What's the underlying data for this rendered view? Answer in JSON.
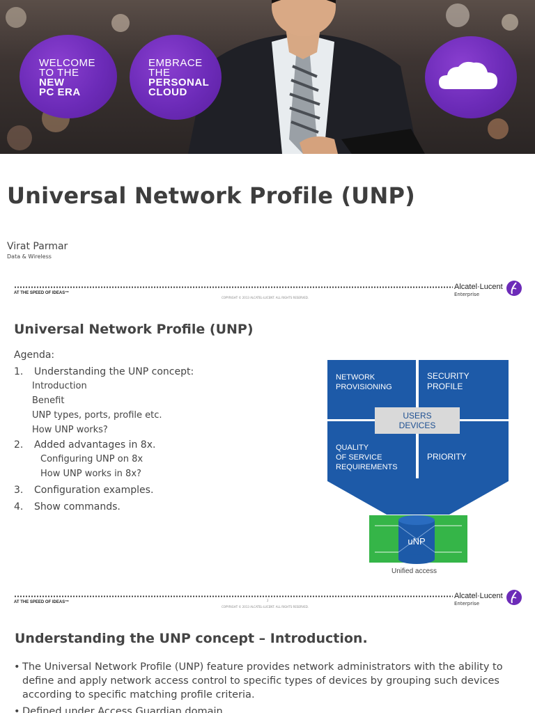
{
  "hero": {
    "bubble1": {
      "line1": "WELCOME",
      "line2": "TO THE",
      "line3": "NEW",
      "line4": "PC ERA"
    },
    "bubble2": {
      "line1": "EMBRACE",
      "line2": "THE",
      "line3": "PERSONAL",
      "line4": "CLOUD"
    },
    "bubble3_icon": "cloud-icon",
    "accent_color": "#6c2bb8"
  },
  "slide1": {
    "title": "Universal Network Profile (UNP)",
    "author": "Virat Parmar",
    "department": "Data & Wireless"
  },
  "footer": {
    "tagline": "AT THE SPEED OF IDEAS™",
    "copyright": "COPYRIGHT © 2013 ALCATEL-LUCENT. ALL RIGHTS RESERVED.",
    "brand": "Alcatel·Lucent",
    "brand_sub": "Enterprise",
    "page_2": "2",
    "page_3": "3"
  },
  "slide2": {
    "title": "Universal Network Profile (UNP)",
    "agenda_label": "Agenda:",
    "items": [
      {
        "num": "1.",
        "text": "Understanding the UNP concept:"
      },
      {
        "num": "2.",
        "text": "Added advantages in 8x."
      },
      {
        "num": "3.",
        "text": "Configuration examples."
      },
      {
        "num": "4.",
        "text": "Show commands."
      }
    ],
    "subitems_1": [
      "Introduction",
      "Benefit",
      "UNP types, ports, profile etc.",
      "How UNP works?"
    ],
    "subitems_2": [
      "Configuring UNP on 8x",
      "How UNP works in 8x?"
    ],
    "diagram": {
      "q1": {
        "line1": "NETWORK",
        "line2": "PROVISIONING"
      },
      "q2": {
        "line1": "SECURITY",
        "line2": "PROFILE"
      },
      "q3": {
        "line1": "QUALITY",
        "line2": "OF SERVICE",
        "line3": "REQUIREMENTS"
      },
      "q4": "PRIORITY",
      "center": {
        "line1": "USERS",
        "line2": "DEVICES"
      },
      "unp_label": "uNP",
      "caption": "Unified access",
      "blue": "#1d5aa8",
      "green": "#35b548"
    }
  },
  "slide3": {
    "title": "Understanding the UNP concept – Introduction.",
    "bullets": [
      "The Universal Network Profile (UNP) feature provides network administrators with the ability to define and apply network access control to specific types of devices by grouping such devices according to specific matching profile criteria.",
      "Defined under Access Guardian domain."
    ]
  }
}
